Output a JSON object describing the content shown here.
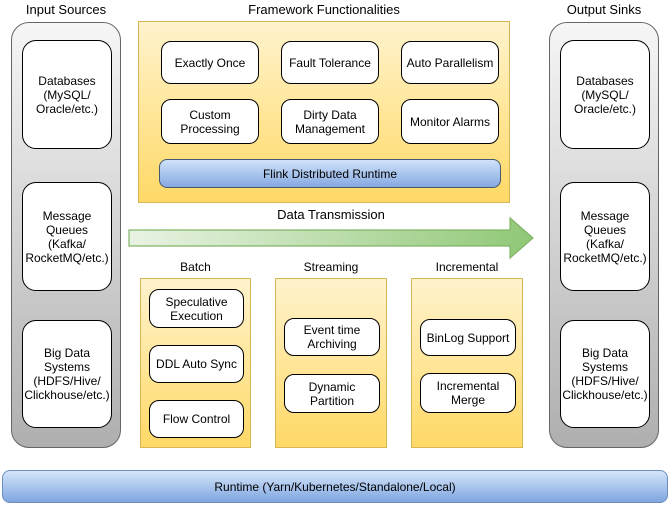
{
  "input_sources": {
    "title": "Input Sources",
    "items": [
      "Databases\n(MySQL/\nOracle/etc.)",
      "Message\nQueues\n(Kafka/\nRocketMQ/etc.)",
      "Big Data\nSystems\n(HDFS/Hive/\nClickhouse/etc.)"
    ]
  },
  "output_sinks": {
    "title": "Output Sinks",
    "items": [
      "Databases\n(MySQL/\nOracle/etc.)",
      "Message\nQueues\n(Kafka/\nRocketMQ/etc.)",
      "Big Data\nSystems\n(HDFS/Hive/\nClickhouse/etc.)"
    ]
  },
  "framework": {
    "title": "Framework Functionalities",
    "features": [
      "Exactly Once",
      "Fault Tolerance",
      "Auto Parallelism",
      "Custom\nProcessing",
      "Dirty Data\nManagement",
      "Monitor Alarms"
    ],
    "runtime_bar": "Flink Distributed Runtime"
  },
  "transmission": {
    "label": "Data Transmission"
  },
  "sections": [
    {
      "title": "Batch",
      "items": [
        "Speculative\nExecution",
        "DDL Auto Sync",
        "Flow Control"
      ]
    },
    {
      "title": "Streaming",
      "items": [
        "Event time\nArchiving",
        "Dynamic Partition"
      ]
    },
    {
      "title": "Incremental",
      "items": [
        "BinLog Support",
        "Incremental\nMerge"
      ]
    }
  ],
  "runtime_bar": {
    "label": "Runtime (Yarn/Kubernetes/Standalone/Local)"
  },
  "colors": {
    "container_gray_top": "#F5F5F5",
    "container_gray_bottom": "#AFAFAF",
    "container_gray_border": "#666666",
    "yellow_top": "#FFF3CD",
    "yellow_bottom": "#FFD966",
    "yellow_border": "#D6B656",
    "blue_top": "#D6E5FA",
    "blue_bottom": "#7EA6E0",
    "blue_border": "#6C8EBF",
    "arrow_green_light": "#E9F3E4",
    "arrow_green_dark": "#90C876",
    "arrow_green_border": "#82B366",
    "node_fill": "#FFFFFF",
    "node_border": "#000000"
  }
}
